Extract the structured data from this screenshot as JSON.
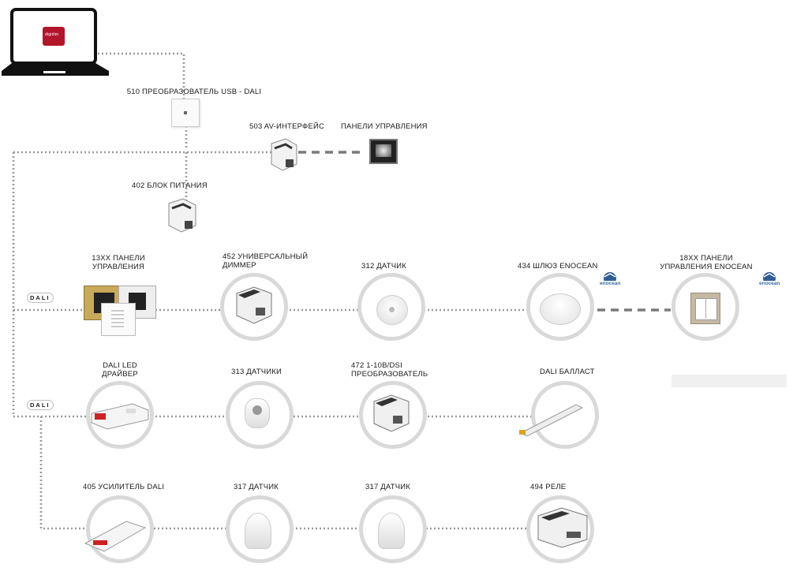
{
  "laptop": {
    "logo_text": "digidim"
  },
  "nodes": {
    "usb_dali": "510 ПРЕОБРАЗОВАТЕЛЬ USB - DALI",
    "av_interface": "503 AV-ИНТЕРФЕЙС",
    "control_panels": "ПАНЕЛИ УПРАВЛЕНИЯ",
    "power_supply": "402 БЛОК ПИТАНИЯ",
    "panels_13xx_line1": "13XX ПАНЕЛИ",
    "panels_13xx_line2": "УПРАВЛЕНИЯ",
    "dimmer_452_line1": "452 УНИВЕРСАЛЬНЫЙ",
    "dimmer_452_line2": "ДИММЕР",
    "sensor_312": "312 ДАТЧИК",
    "gateway_434": "434 ШЛЮЗ ENOCEAN",
    "panels_18xx_line1": "18XX ПАНЕЛИ",
    "panels_18xx_line2": "УПРАВЛЕНИЯ ENOCEAN",
    "led_driver_line1": "DALI LED",
    "led_driver_line2": "ДРАЙВЕР",
    "sensors_313": "313 ДАТЧИКИ",
    "converter_472_line1": "472 1-10В/DSI",
    "converter_472_line2": "ПРЕОБРАЗОВАТЕЛЬ",
    "ballast": "DALI БАЛЛАСТ",
    "amplifier_405": "405 УСИЛИТЕЛЬ DALI",
    "sensor_317_a": "317 ДАТЧИК",
    "sensor_317_b": "317 ДАТЧИК",
    "relay_494": "494 РЕЛЕ"
  },
  "bus_tags": {
    "row1": "DALI",
    "row2": "DALI"
  },
  "enocean_logo_text": "enocean",
  "colors": {
    "wire": "#9a9a9a",
    "ring": "#d9d9d9",
    "brand_red": "#b3152b"
  }
}
